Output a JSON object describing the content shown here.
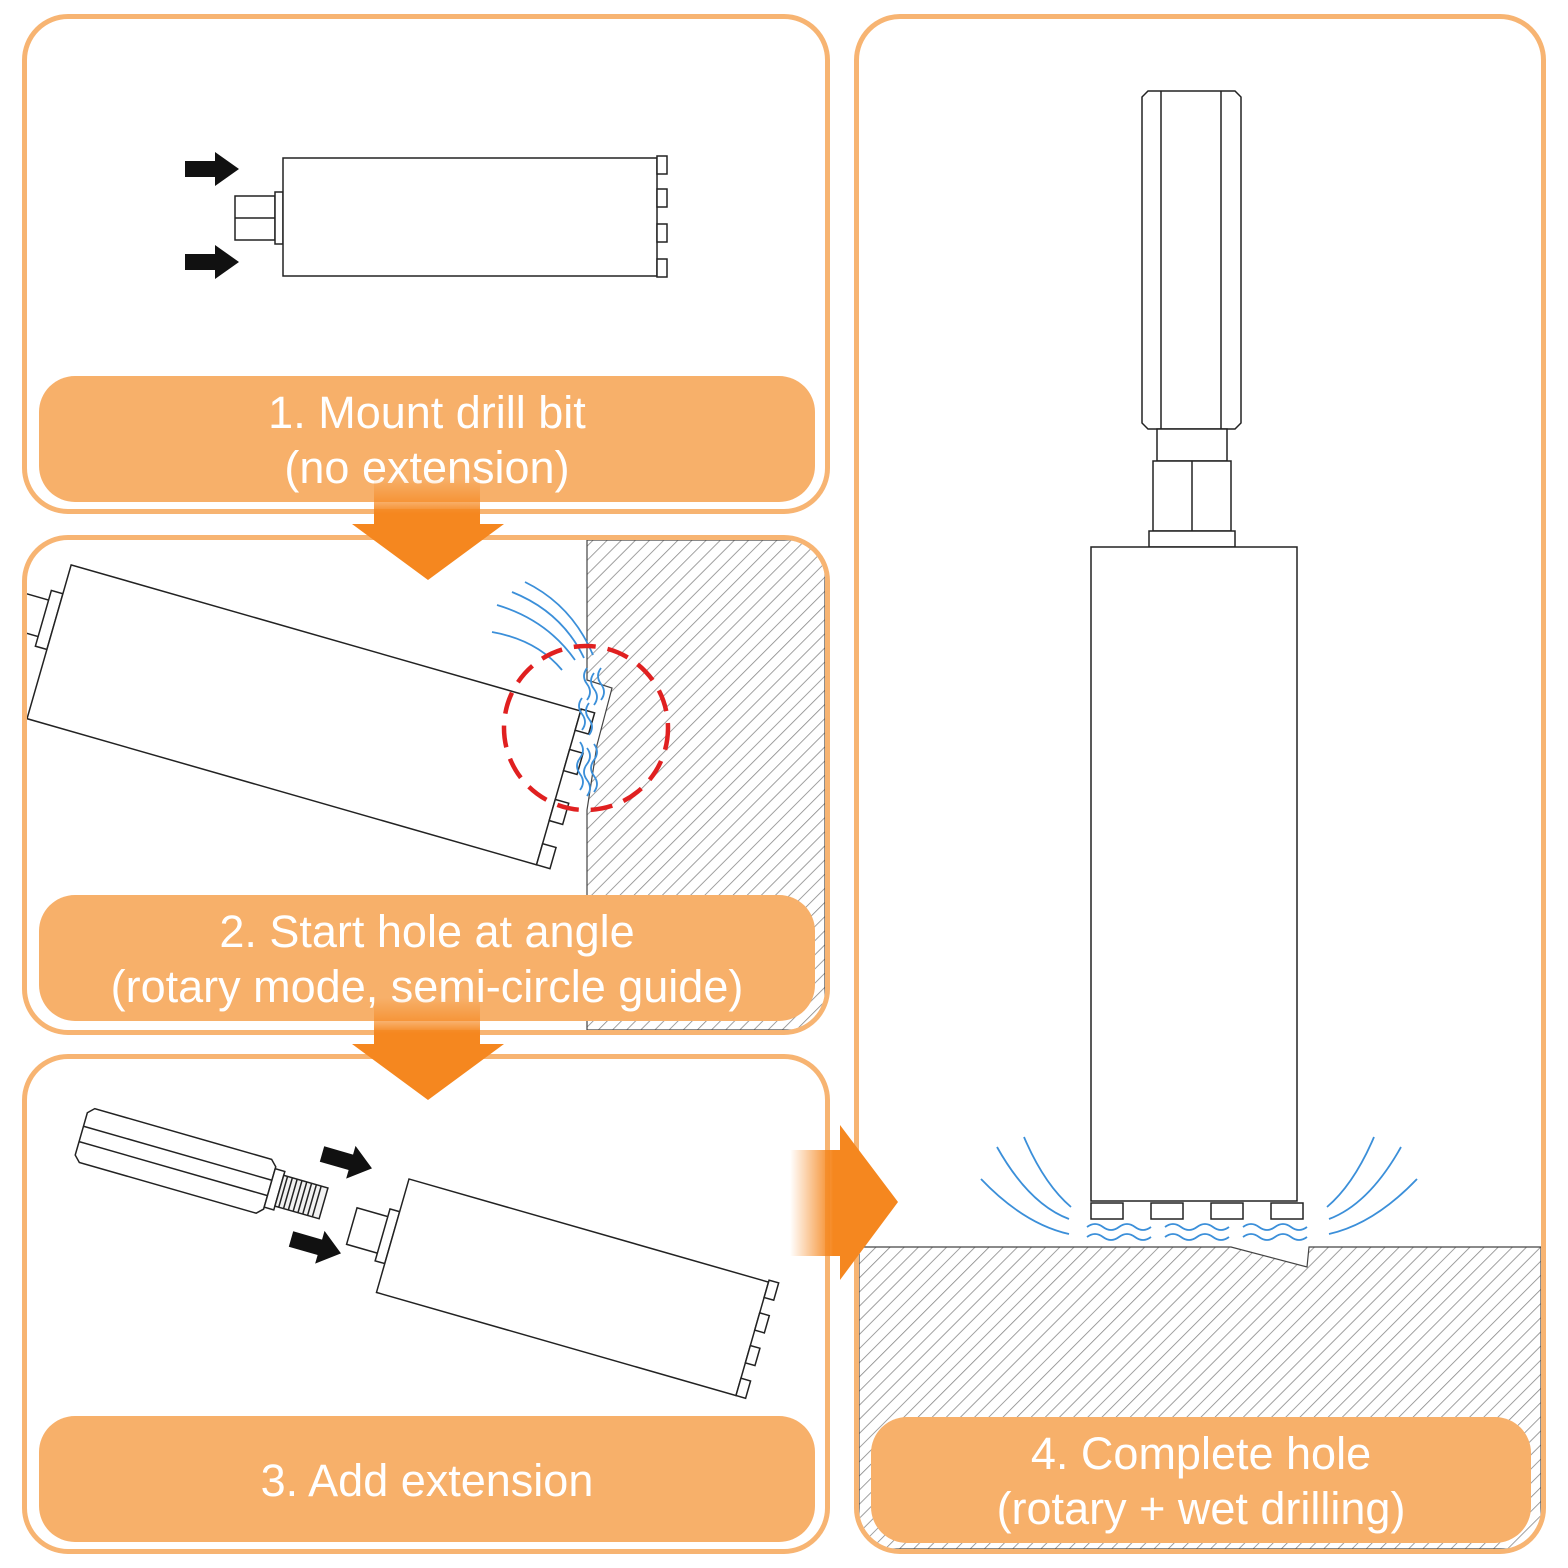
{
  "steps": [
    {
      "line1": "1. Mount drill bit",
      "line2": "(no extension)"
    },
    {
      "line1": "2. Start hole at angle",
      "line2": "(rotary mode, semi-circle guide)"
    },
    {
      "line1": "3. Add extension",
      "line2": ""
    },
    {
      "line1": "4. Complete hole",
      "line2": "(rotary + wet drilling)"
    }
  ],
  "colors": {
    "panel_border": "#f7b472",
    "caption_fill": "#f7b06a",
    "flow_arrow": "#f5871f",
    "guide_circle": "#e02020",
    "water": "#3b8fd9",
    "line": "#222222"
  },
  "icons": [
    "push-arrow-icon",
    "flow-arrow-icon",
    "water-spray-icon",
    "guide-circle-icon"
  ]
}
